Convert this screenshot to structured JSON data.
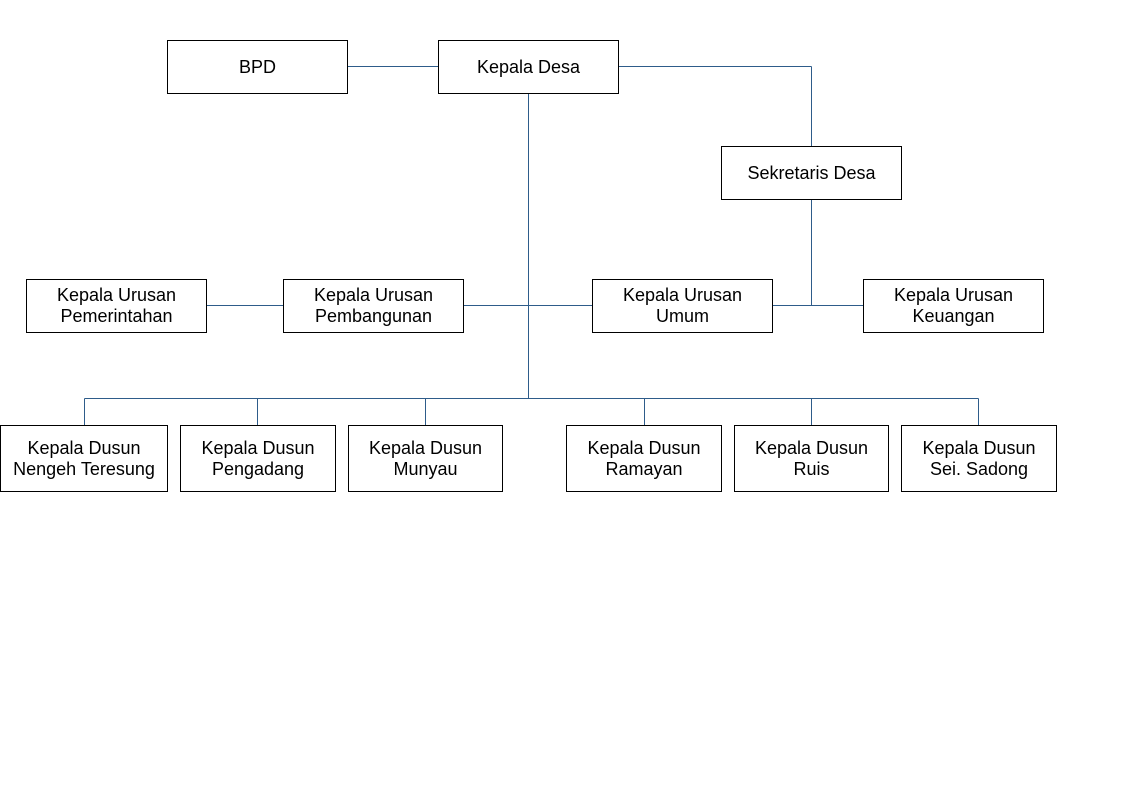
{
  "colors": {
    "connector": "#2e5c8a",
    "box_border": "#000000",
    "background": "#ffffff"
  },
  "nodes": {
    "bpd": {
      "lines": [
        "BPD"
      ]
    },
    "kepala_desa": {
      "lines": [
        "Kepala Desa"
      ]
    },
    "sekretaris_desa": {
      "lines": [
        "Sekretaris Desa"
      ]
    },
    "kaur_pemerintahan": {
      "lines": [
        "Kepala Urusan",
        "Pemerintahan"
      ]
    },
    "kaur_pembangunan": {
      "lines": [
        "Kepala Urusan",
        "Pembangunan"
      ]
    },
    "kaur_umum": {
      "lines": [
        "Kepala Urusan",
        "Umum"
      ]
    },
    "kaur_keuangan": {
      "lines": [
        "Kepala Urusan",
        "Keuangan"
      ]
    },
    "kadus_nengeh_teresung": {
      "lines": [
        "Kepala Dusun",
        "Nengeh Teresung"
      ]
    },
    "kadus_pengadang": {
      "lines": [
        "Kepala Dusun",
        "Pengadang"
      ]
    },
    "kadus_munyau": {
      "lines": [
        "Kepala Dusun",
        "Munyau"
      ]
    },
    "kadus_ramayan": {
      "lines": [
        "Kepala Dusun",
        "Ramayan"
      ]
    },
    "kadus_ruis": {
      "lines": [
        "Kepala Dusun",
        "Ruis"
      ]
    },
    "kadus_sei_sadong": {
      "lines": [
        "Kepala Dusun",
        "Sei. Sadong"
      ]
    }
  }
}
